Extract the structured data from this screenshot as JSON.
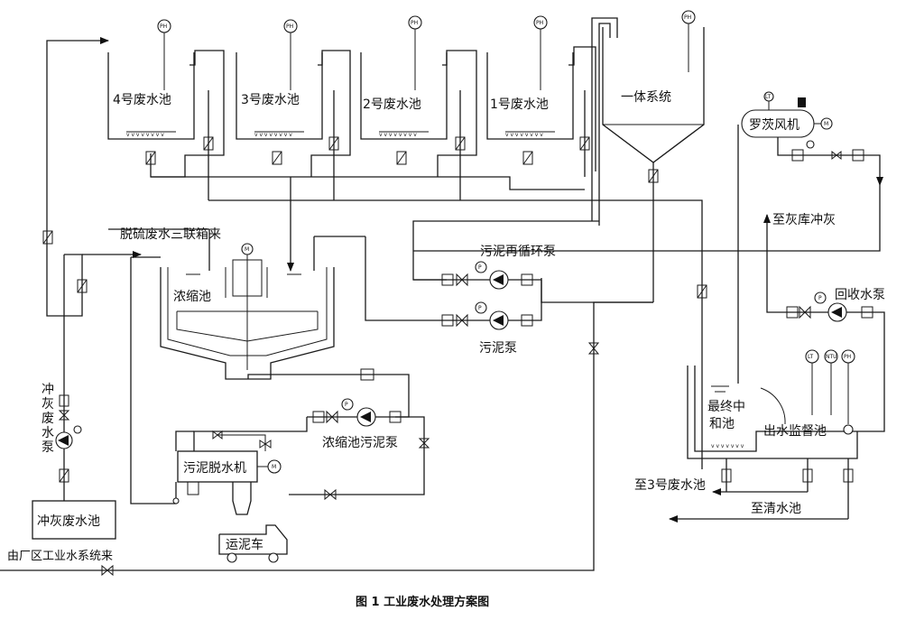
{
  "caption": "图 1    工业废水处理方案图",
  "tanks": {
    "pool4": "4号废水池",
    "pool3": "3号废水池",
    "pool2": "2号废水池",
    "pool1": "1号废水池",
    "integrated": "一体系统",
    "thickener": "浓缩池",
    "final_neutral_1": "最终中",
    "final_neutral_2": "和池",
    "monitor": "出水监督池",
    "flush_ash_pool": "冲灰废水池",
    "dewater": "污泥脱水机",
    "truck": "运泥车",
    "blower": "罗茨风机"
  },
  "equipment": {
    "sludge_recycle_pump": "污泥再循环泵",
    "sludge_pump": "污泥泵",
    "thickener_sludge_pump": "浓缩池污泥泵",
    "recovery_pump": "回收水泵",
    "flush_pump": [
      "冲",
      "灰",
      "废",
      "水",
      "泵"
    ]
  },
  "flows": {
    "desulf": "脱硫废水三联箱来",
    "to_ash": "至灰库冲灰",
    "to_pool3": "至3号废水池",
    "to_clear": "至清水池",
    "from_plant": "由厂区工业水系统来"
  },
  "instruments": {
    "ph": "PH",
    "lt": "LT",
    "ntu": "NTU",
    "motor": "M",
    "pressure": "P"
  }
}
